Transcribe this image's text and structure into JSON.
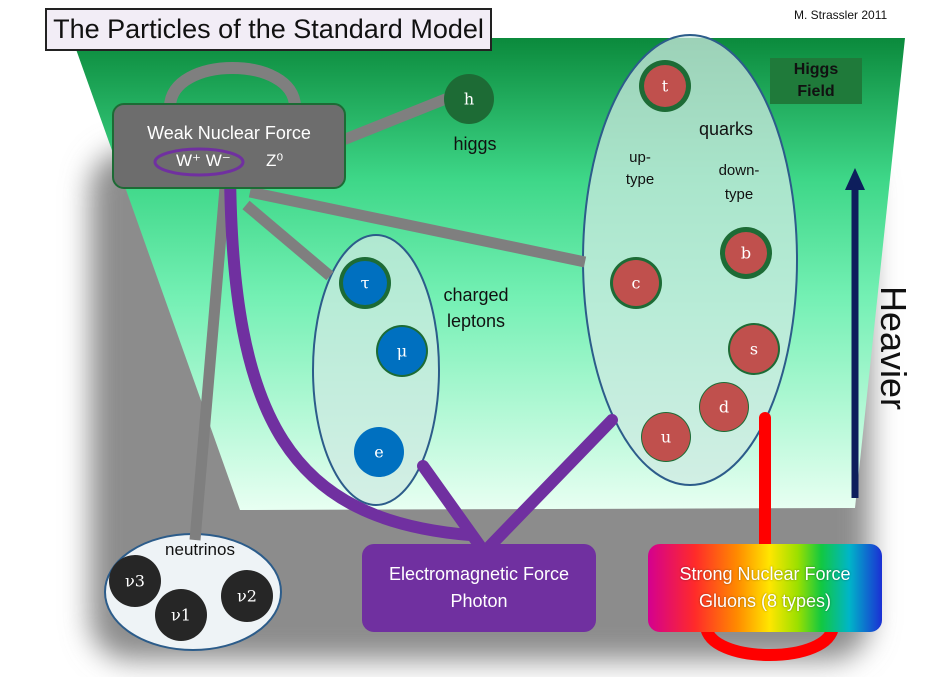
{
  "title": "The Particles of the Standard Model",
  "author": "M. Strassler  2011",
  "higgs_field": [
    "Higgs",
    "Field"
  ],
  "weak": {
    "title": "Weak Nuclear Force",
    "w": "W⁺ W⁻",
    "z": "Z⁰"
  },
  "higgs": {
    "symbol": "h",
    "label": "higgs"
  },
  "quarks": {
    "label": "quarks",
    "up_type": [
      "up-",
      "type"
    ],
    "down_type": [
      "down-",
      "type"
    ],
    "particles": [
      "t",
      "b",
      "c",
      "s",
      "d",
      "u"
    ]
  },
  "leptons": {
    "label": [
      "charged",
      "leptons"
    ],
    "particles": [
      "τ",
      "μ",
      "e"
    ]
  },
  "neutrinos": {
    "label": "neutrinos",
    "particles": [
      "ν3",
      "ν1",
      "ν2"
    ]
  },
  "em": {
    "line1": "Electromagnetic Force",
    "line2": "Photon"
  },
  "strong": {
    "line1": "Strong Nuclear Force",
    "line2": "Gluons (8 types)"
  },
  "heavier": "Heavier",
  "colors": {
    "weak_green": "#1d6b35",
    "lepton_blue": "#0070c0",
    "quark_red": "#c0504d",
    "photon_purple": "#7030a0",
    "gluon_red": "#ff0000",
    "arrow_navy": "#0d1e5c"
  }
}
